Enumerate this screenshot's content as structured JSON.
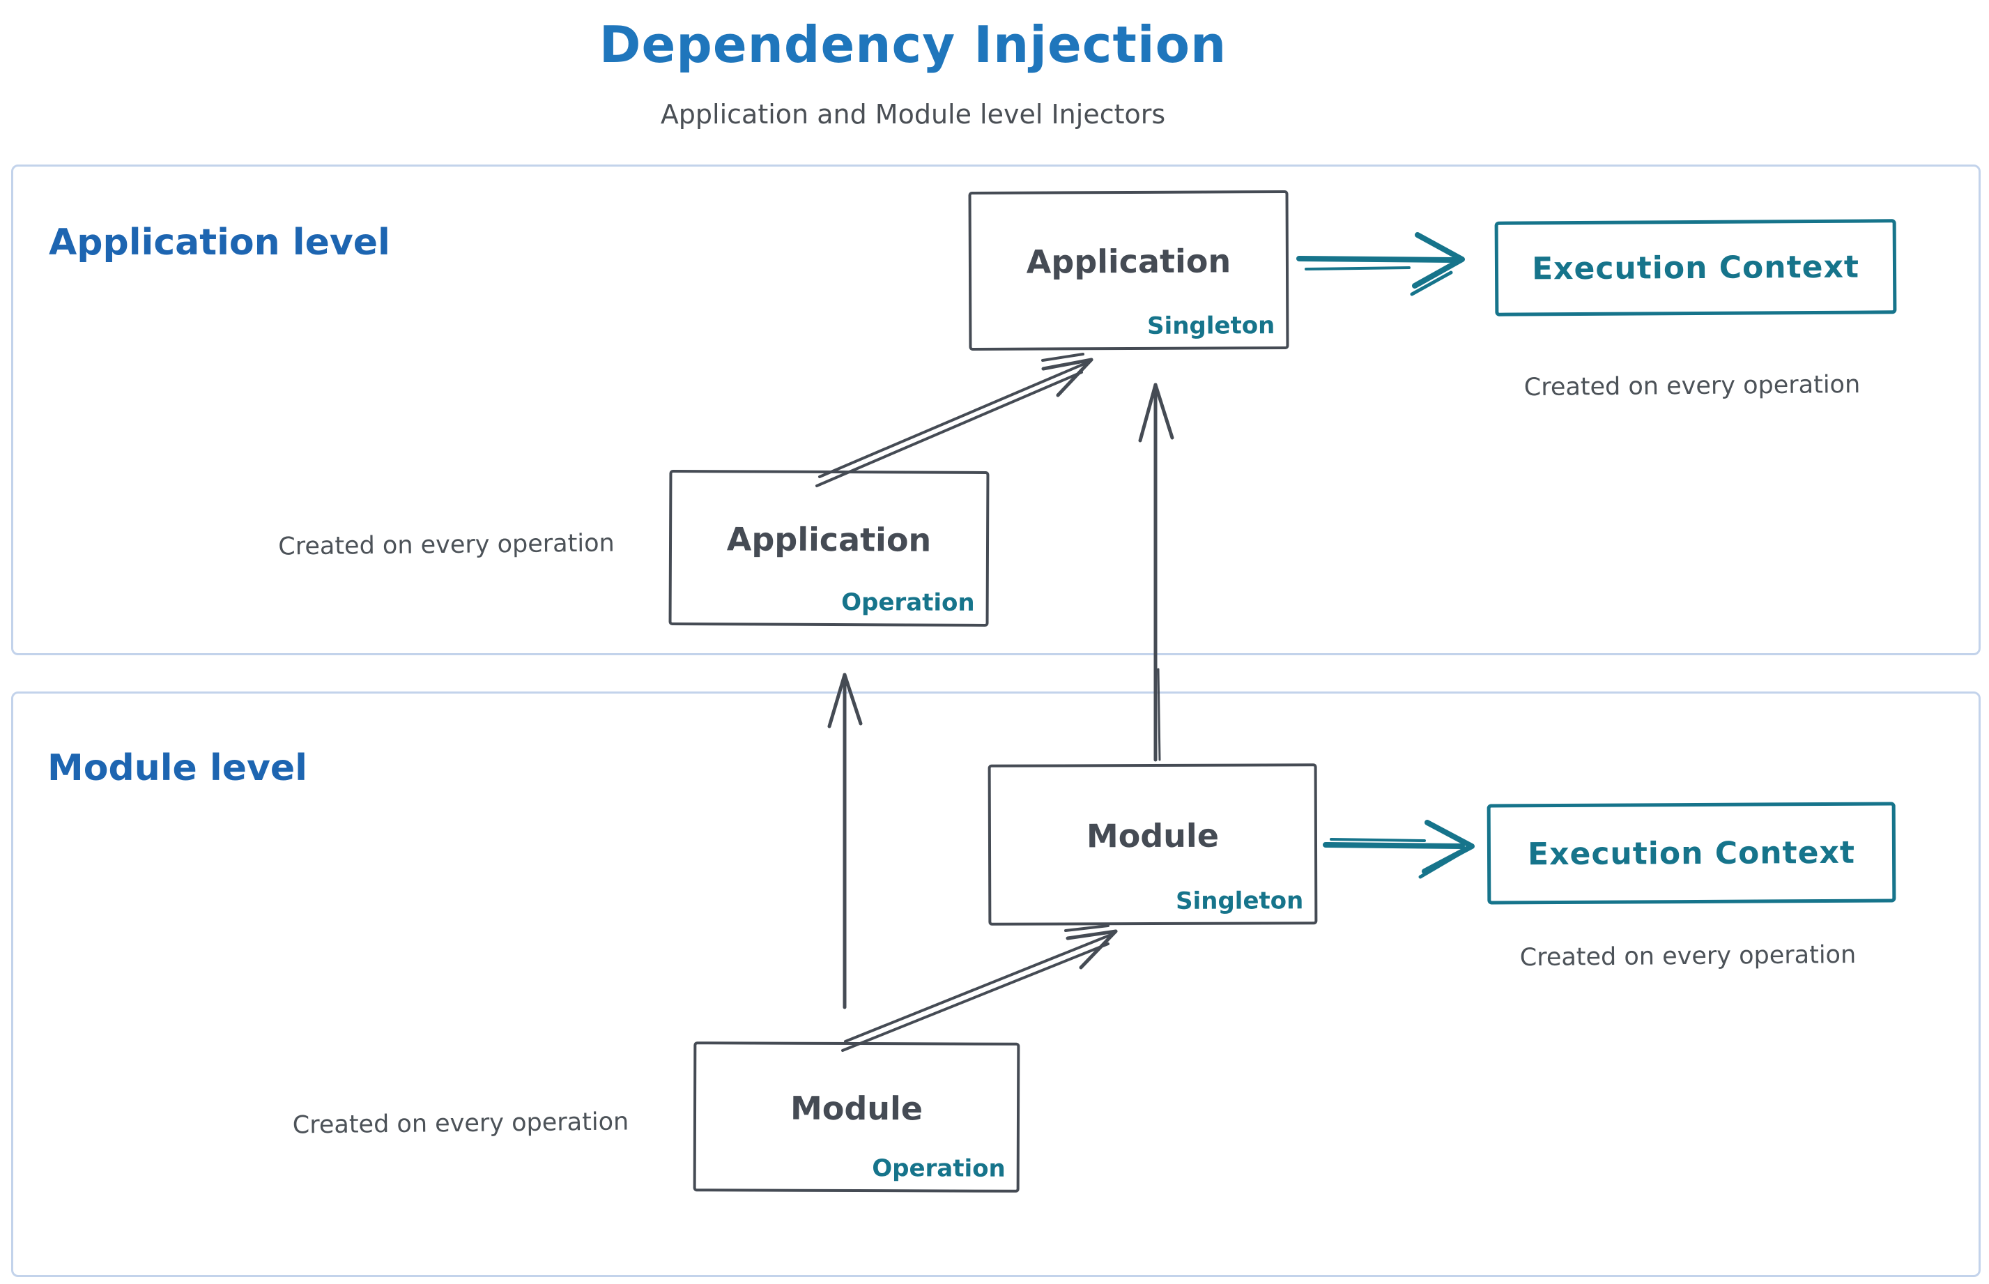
{
  "title": "Dependency Injection",
  "subtitle": "Application and Module level Injectors",
  "colors": {
    "title_blue": "#1f76bc",
    "section_label_blue": "#1d65b1",
    "box_ink": "#454b54",
    "teal_accent": "#16748b",
    "container_border": "#c3d3eb",
    "caption_gray": "#4c5258",
    "background": "#ffffff"
  },
  "sections": {
    "application": {
      "label": "Application level"
    },
    "module": {
      "label": "Module level"
    }
  },
  "boxes": {
    "app_singleton": {
      "title": "Application",
      "scope": "Singleton"
    },
    "app_operation": {
      "title": "Application",
      "scope": "Operation"
    },
    "module_singleton": {
      "title": "Module",
      "scope": "Singleton"
    },
    "module_operation": {
      "title": "Module",
      "scope": "Operation"
    },
    "execution_context_app": {
      "label": "Execution Context",
      "caption": "Created on every operation"
    },
    "execution_context_module": {
      "label": "Execution Context",
      "caption": "Created on every operation"
    }
  },
  "captions": {
    "app_operation": "Created on every operation",
    "module_operation": "Created on every operation"
  }
}
